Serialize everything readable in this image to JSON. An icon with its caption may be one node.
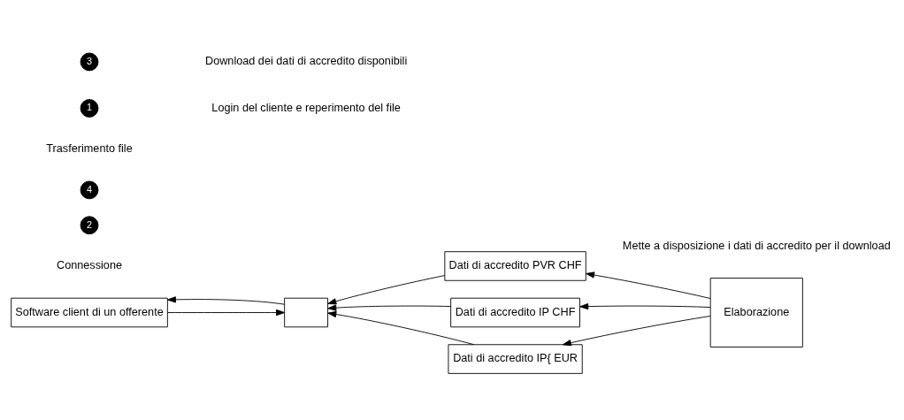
{
  "diagram": {
    "nodes": [
      {
        "text": [
          "Software client di un offerente"
        ]
      },
      {
        "text": [],
        "shape": "box"
      },
      {
        "text": [
          "Dati di accredito PVR CHF"
        ]
      },
      {
        "text": [
          "Dati di accredito IP CHF"
        ]
      },
      {
        "text": [
          "Dati di accredito IP{ EUR"
        ]
      },
      {
        "text": [
          "Elaborazione"
        ]
      }
    ],
    "edges": [
      {
        "from": 0,
        "to": 1,
        "arrow": "to"
      },
      {
        "from": 1,
        "to": 0,
        "arrow": "to"
      },
      {
        "from": 2,
        "to": 1,
        "arrow": "to"
      },
      {
        "from": 3,
        "to": 1,
        "arrow": "to"
      },
      {
        "from": 4,
        "to": 1,
        "arrow": "to"
      },
      {
        "from": 5,
        "to": 2,
        "arrow": "to"
      },
      {
        "from": 5,
        "to": 3,
        "arrow": "to"
      },
      {
        "from": 5,
        "to": 4,
        "arrow": "to"
      }
    ],
    "labels": [
      "Connessione",
      "2",
      "4",
      "Trasferimento file",
      "1",
      "Login del cliente e reperimento del file",
      "3",
      "Download dei dati di accredito disponibili",
      "Mette a disposizione i dati di accredito per il download"
    ]
  }
}
